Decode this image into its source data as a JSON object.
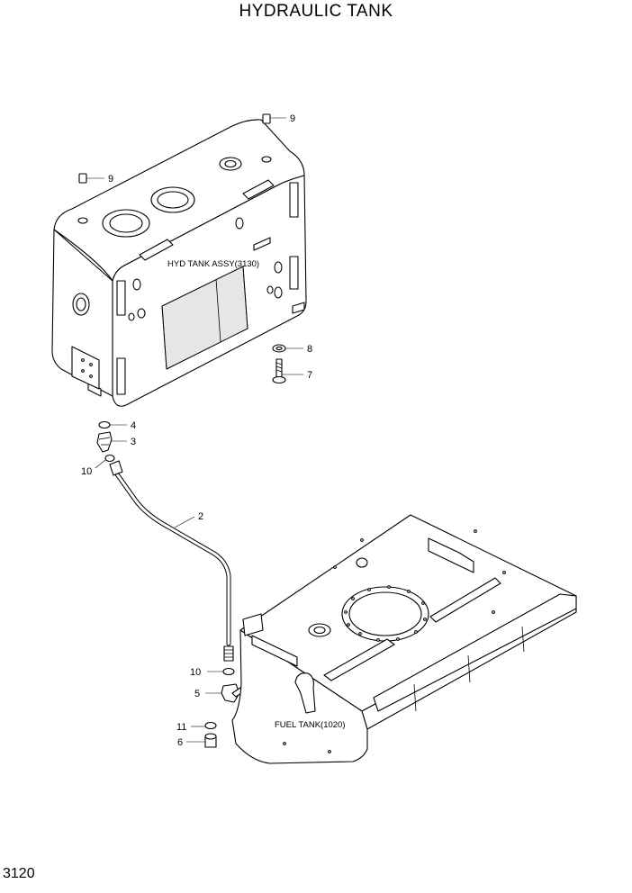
{
  "title": "HYDRAULIC TANK",
  "page_number": "3120",
  "assemblies": {
    "hyd_tank": "HYD TANK ASSY(3130)",
    "fuel_tank": "FUEL TANK(1020)"
  },
  "callouts": {
    "c9a": "9",
    "c9b": "9",
    "c8": "8",
    "c7": "7",
    "c4": "4",
    "c3": "3",
    "c10a": "10",
    "c2": "2",
    "c10b": "10",
    "c5": "5",
    "c11": "11",
    "c6": "6"
  }
}
